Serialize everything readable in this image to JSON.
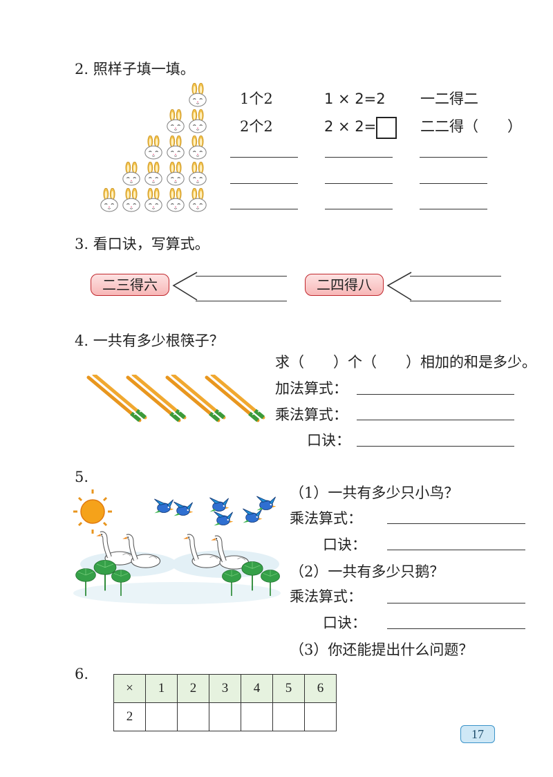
{
  "q2": {
    "title": "2. 照样子填一填。",
    "rows": [
      {
        "count": "1个2",
        "equation": "1 × 2=2",
        "rhyme": "一二得二"
      },
      {
        "count": "2个2",
        "equation": "2 × 2=",
        "rhyme": "二二得（　　）"
      }
    ]
  },
  "q3": {
    "title": "3. 看口诀，写算式。",
    "rhymes": [
      "二三得六",
      "二四得八"
    ]
  },
  "q4": {
    "title": "4. 一共有多少根筷子？",
    "question": "求（　　）个（　　）相加的和是多少。",
    "add_label": "加法算式：",
    "mul_label": "乘法算式：",
    "rhyme_label": "口诀："
  },
  "q5": {
    "title": "5.",
    "part1": "（1）一共有多少只小鸟？",
    "part2": "（2）一共有多少只鹅？",
    "part3": "（3）你还能提出什么问题？",
    "mul_label": "乘法算式：",
    "rhyme_label": "口诀："
  },
  "q6": {
    "title": "6.",
    "header": [
      "×",
      "1",
      "2",
      "3",
      "4",
      "5",
      "6"
    ],
    "row_label": "2"
  },
  "page_number": "17",
  "colors": {
    "tag_border": "#c0262c",
    "tag_fill": "#f7b7b7",
    "table_header": "#e6f2df",
    "page_badge": "#cfe8f6"
  }
}
